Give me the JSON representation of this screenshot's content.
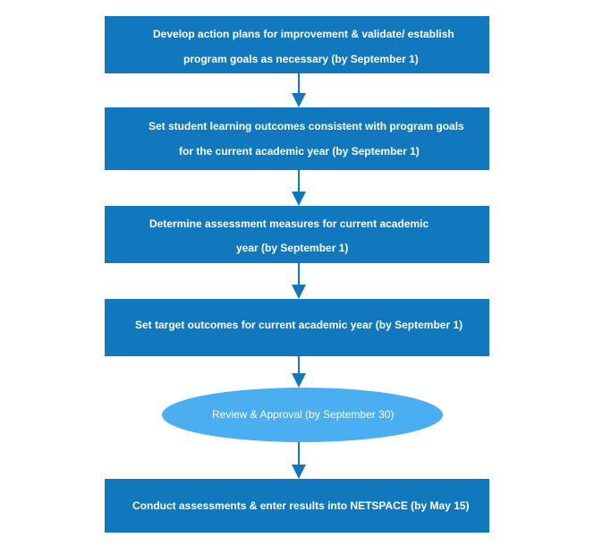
{
  "steps": [
    {
      "lines": [
        "Develop action plans for improvement  & validate/ establish",
        "program goals as necessary (by September 1)"
      ]
    },
    {
      "lines": [
        "Set student learning outcomes consistent with program goals",
        "for the current academic year (by September 1)"
      ]
    },
    {
      "lines": [
        "Determine assessment measures for current academic",
        "year (by September 1)"
      ]
    },
    {
      "lines": [
        "Set target outcomes for current academic year (by September 1)"
      ]
    },
    {
      "lines": [
        "Review & Approval (by September 30)"
      ]
    },
    {
      "lines": [
        "Conduct assessments & enter results into NETSPACE (by May 15)"
      ]
    }
  ],
  "colors": {
    "box": "#1278BD",
    "ellipse": "#4BAEF0",
    "arrow": "#1278BD",
    "text": "#ffffff"
  }
}
